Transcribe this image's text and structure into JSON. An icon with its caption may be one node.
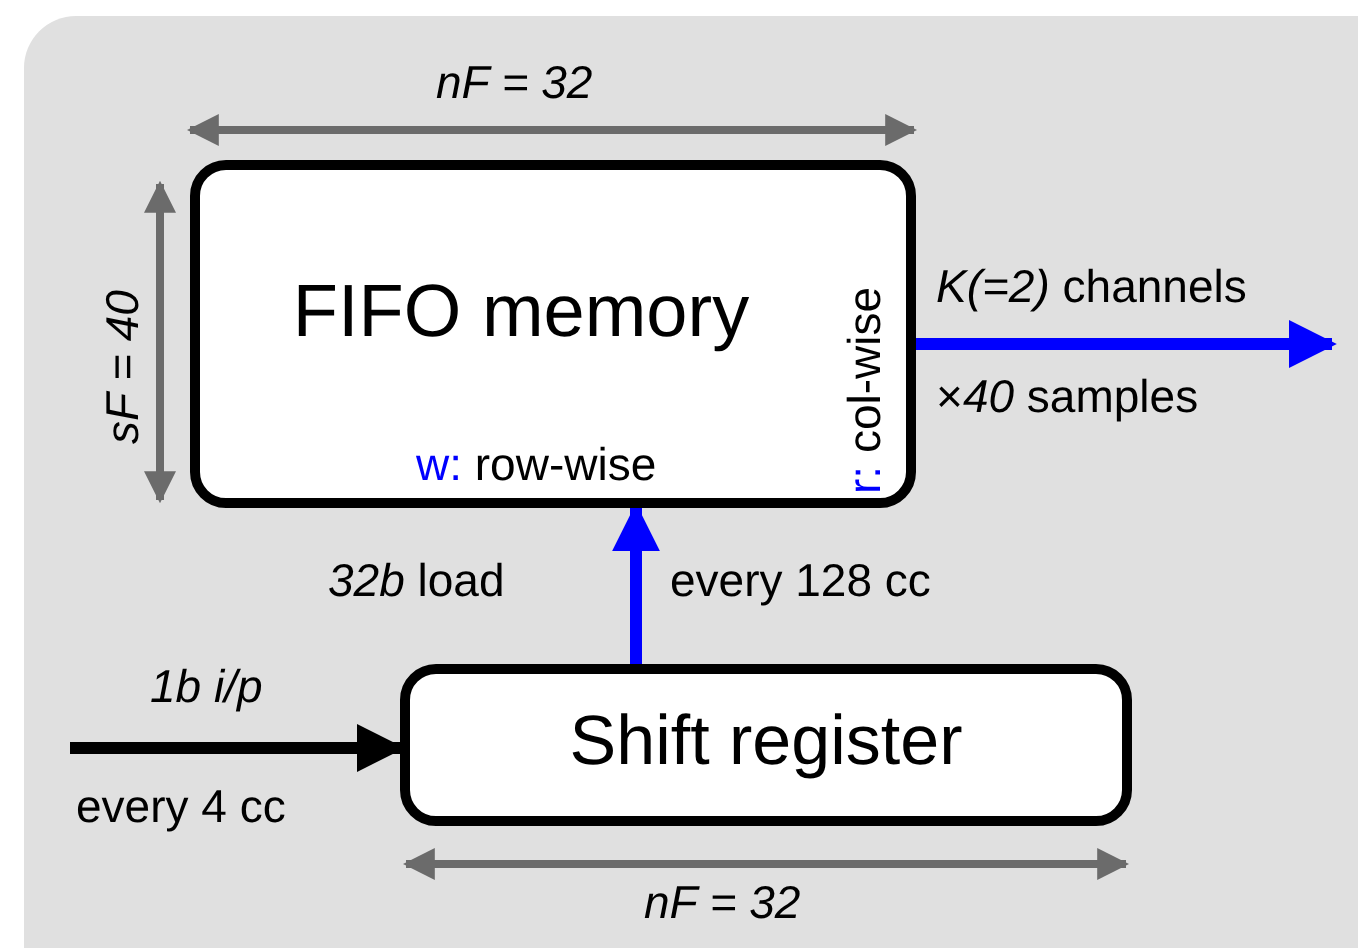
{
  "diagram": {
    "nodes": [
      {
        "text": [
          "FIFO memory",
          "w: row-wise",
          "r: col-wise"
        ]
      },
      {
        "text": [
          "Shift register"
        ]
      }
    ],
    "edges": [
      {
        "from": null,
        "to": 1,
        "arrow": "to",
        "label": "1b i/p",
        "color": "#000000"
      },
      {
        "from": 1,
        "to": 0,
        "arrow": "to",
        "label": "*32b* load",
        "color": "#0000ff"
      },
      {
        "from": 0,
        "to": null,
        "arrow": "to",
        "label": "*K(=2)* channels",
        "color": "#0000ff"
      }
    ],
    "labels": [
      "nF = 32",
      "sF = 40",
      "×*40* samples",
      "every 128 cc",
      "every 4 cc",
      "nF = 32"
    ]
  }
}
